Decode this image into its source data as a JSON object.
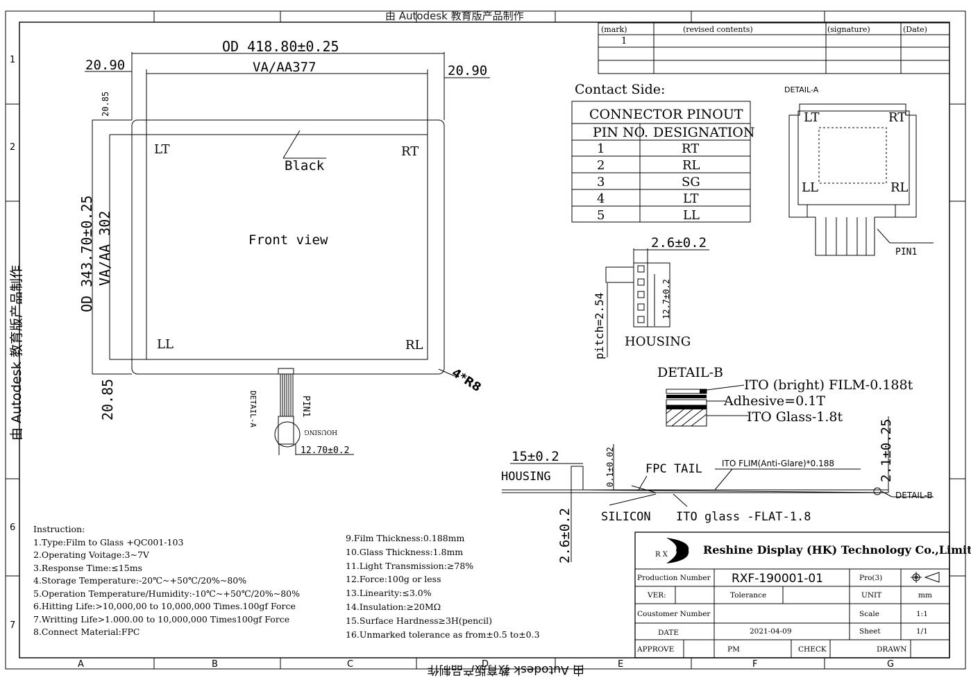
{
  "watermark": {
    "vertical": "由 Autodesk 教育版产品制作",
    "bottom": "由 Autodesk 教育版产品制作",
    "top": "由 Autodesk 教育版产品制作"
  },
  "grid": {
    "rows": [
      "1",
      "2",
      "6",
      "7"
    ],
    "cols": [
      "A",
      "B",
      "C",
      "D",
      "E",
      "F",
      "G"
    ]
  },
  "revision_table": {
    "headers": [
      "(mark)",
      "(revised contents)",
      "(signature)",
      "(Date)"
    ],
    "row1_mark": "1"
  },
  "front_view": {
    "od_width": "OD 418.80±0.25",
    "va_width": "VA/AA377",
    "left_margin": "20.90",
    "right_margin": "20.90",
    "top_margin": "20.85",
    "bottom_margin": "20.85",
    "od_height": "OD 343.70±0.25",
    "va_height": "VA/AA 302",
    "lt": "LT",
    "rt": "RT",
    "ll": "LL",
    "rl": "RL",
    "black": "Black",
    "title": "Front view",
    "corner_radius": "4*R8",
    "detail_a": "DETAIL-A",
    "pin1": "PIN1",
    "housing": "HOUSING",
    "fpc_width": "12.70±0.2"
  },
  "contact": {
    "title": "Contact  Side:",
    "table_title": "CONNECTOR PINOUT",
    "col1": "PIN NO.",
    "col2": "DESIGNATION",
    "rows": [
      {
        "pin": "1",
        "name": "RT"
      },
      {
        "pin": "2",
        "name": "RL"
      },
      {
        "pin": "3",
        "name": "SG"
      },
      {
        "pin": "4",
        "name": "LT"
      },
      {
        "pin": "5",
        "name": "LL"
      }
    ]
  },
  "detail_a": {
    "title": "DETAIL-A",
    "lt": "LT",
    "rt": "RT",
    "ll": "LL",
    "rl": "RL",
    "pin1": "PIN1"
  },
  "housing_view": {
    "width": "2.6±0.2",
    "height": "12.7±0.2",
    "pitch": "pitch=2.54",
    "label": "HOUSING"
  },
  "detail_b": {
    "title": "DETAIL-B",
    "film": "ITO  (bright) FILM-0.188t",
    "adhesive": "Adhesive=0.1T",
    "glass": "ITO Glass-1.8t"
  },
  "side_view": {
    "housing_len": "15±0.2",
    "housing": "HOUSING",
    "tail_thk": "0.1±0.02",
    "fpc_tail": "FPC TAIL",
    "ito_film": "ITO FLIM(Anti-Glare)*0.188",
    "total_thk": "2.1±0.25",
    "detail_b": "DETAIL-B",
    "silicon": "SILICON",
    "ito_glass": "ITO glass -FLAT-1.8",
    "housing_thk": "2.6±0.2"
  },
  "instructions": {
    "title": "Instruction:",
    "left": [
      "1.Type:Film to Glass +QC001-103",
      "2.Operating Voitage:3~7V",
      "3.Response Time:≤15ms",
      "4.Storage Temperature:-20℃~+50℃/20%~80%",
      "5.Operation Temperature/Humidity:-10℃~+50℃/20%~80%",
      "6.Hitting Life:>10,000,00 to 10,000,000 Times.100gf Force",
      "7.Writting Life>1.000.00  to 10,000,000 Times100gf Force",
      "8.Connect Material:FPC"
    ],
    "right": [
      "9.Film Thickness:0.188mm",
      "10.Glass Thickness:1.8mm",
      "11.Light Transmission:≥78%",
      "12.Force:100g or less",
      "13.Linearity:≤3.0%",
      "14.Insulation:≥20MΩ",
      "15.Surface Hardness≥3H(pencil)",
      "16.Unmarked tolerance as from±0.5 to±0.3"
    ]
  },
  "title_block": {
    "logo": "R X",
    "company": "Reshine Display (HK) Technology Co.,Limited",
    "production_number_label": "Production Number",
    "production_number": "RXF-190001-01",
    "pro_label": "Pro(3)",
    "ver_label": "VER:",
    "tolerance_label": "Tolerance",
    "unit_label": "UNIT",
    "unit": "mm",
    "customer_label": "Coustomer Number",
    "scale_label": "Scale",
    "scale": "1:1",
    "date_label": "DATE",
    "date": "2021-04-09",
    "sheet_label": "Sheet",
    "sheet": "1/1",
    "approve_label": "APPROVE",
    "pm_label": "PM",
    "check_label": "CHECK",
    "drawn_label": "DRAWN"
  }
}
